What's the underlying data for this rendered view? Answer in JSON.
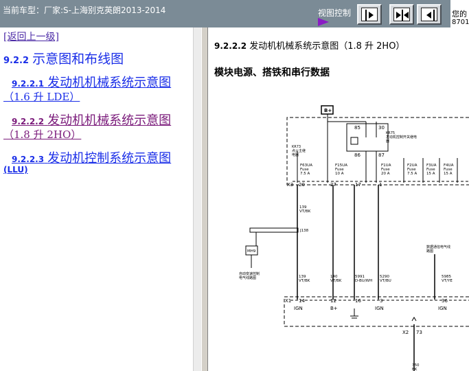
{
  "topbar": {
    "car_info": "当前车型：厂家:S-上海别克英朗2013-2014",
    "view_control_label": "视图控制",
    "user_line1": "您的",
    "user_line2": "8701",
    "buttons": [
      "expand-right",
      "split-view",
      "collapse-left"
    ]
  },
  "nav": {
    "back_link": "[返回上一级]",
    "section_num": "9.2.2",
    "section_title": "示意图和布线图",
    "links": [
      {
        "num": "9.2.2.1",
        "title": "发动机机械系统示意图",
        "sub": "（1.6 升 LDE）"
      },
      {
        "num": "9.2.2.2",
        "title": "发动机机械系统示意图",
        "sub": "（1.8 升 2HO）"
      },
      {
        "num": "9.2.2.3",
        "title": "发动机控制系统示意图",
        "sub": "(LLU)"
      }
    ]
  },
  "doc": {
    "title_num": "9.2.2.2",
    "title_text": "发动机机械系统示意图（1.8 升  2HO）",
    "subtitle": "模块电源、搭铁和串行数据"
  },
  "diagram": {
    "bplus": "B+",
    "relay": {
      "pins": [
        "85",
        "30",
        "86",
        "87"
      ],
      "id": "KR75",
      "desc1": "发动机控制开关继电",
      "desc2": "器"
    },
    "ignition_relay": {
      "id": "KR73",
      "desc1": "点火主继",
      "desc2": "电器"
    },
    "fuses": [
      {
        "name": "F63UA",
        "label": "Fuse",
        "rating": "7.5 A"
      },
      {
        "name": "F15UA",
        "label": "Fuse",
        "rating": "10 A"
      },
      {
        "name": "F1UA",
        "label": "Fuse",
        "rating": "20 A"
      },
      {
        "name": "F2UA",
        "label": "Fuse",
        "rating": "7.5 A"
      },
      {
        "name": "F3UA",
        "label": "Fuse",
        "rating": "15 A"
      },
      {
        "name": "F4UA",
        "label": "Fuse",
        "rating": "15 A"
      }
    ],
    "x3_label": "X3",
    "x3_pins": [
      "20",
      "27",
      "17",
      "1"
    ],
    "wire_139": "139",
    "wire_139_color": "VT/BK",
    "splice": "J138",
    "mh9": "MH9",
    "mh9_desc1": "自动变速控制",
    "mh9_desc2": "电气线路图",
    "serial_desc1": "数据通信电气线",
    "serial_desc2": "路图",
    "wires_bottom": [
      {
        "circuit": "139",
        "color": "VT/BK"
      },
      {
        "circuit": "140",
        "color": "VT/BK"
      },
      {
        "circuit": "5991",
        "color": "D-BU/WH"
      },
      {
        "circuit": "5290",
        "color": "VT/BU"
      },
      {
        "circuit": "5985",
        "color": "VT/YE"
      }
    ],
    "x1_label": "X1",
    "x1_pins": [
      "14",
      "12",
      "16",
      "3",
      "36"
    ],
    "x1_names": [
      "IGN",
      "B+",
      "",
      "IGN",
      "IGN"
    ],
    "x2_label": "X2",
    "x2_pin": "73",
    "wire_350": "350",
    "wire_350_color": "BK"
  }
}
